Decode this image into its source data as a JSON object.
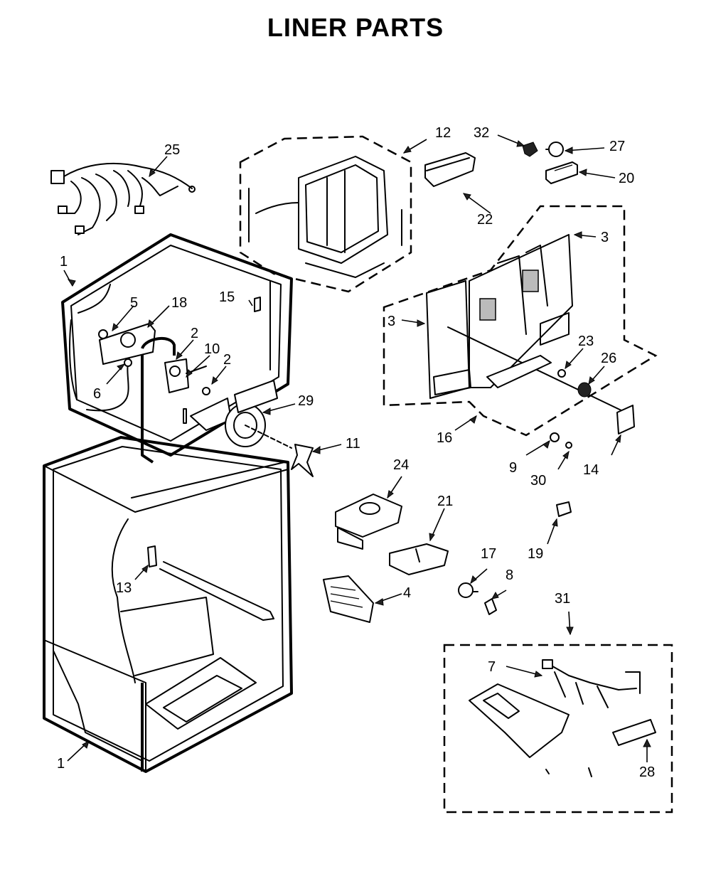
{
  "title": "LINER PARTS",
  "callouts": {
    "c1a": "1",
    "c1b": "1",
    "c2a": "2",
    "c2b": "2",
    "c3a": "3",
    "c3b": "3",
    "c4": "4",
    "c5": "5",
    "c6": "6",
    "c7": "7",
    "c8": "8",
    "c9": "9",
    "c10": "10",
    "c11": "11",
    "c12": "12",
    "c13": "13",
    "c14": "14",
    "c15": "15",
    "c16": "16",
    "c17": "17",
    "c18": "18",
    "c19": "19",
    "c20": "20",
    "c21": "21",
    "c22": "22",
    "c23": "23",
    "c24": "24",
    "c25": "25",
    "c26": "26",
    "c27": "27",
    "c28": "28",
    "c29": "29",
    "c30": "30",
    "c31": "31",
    "c32": "32"
  }
}
